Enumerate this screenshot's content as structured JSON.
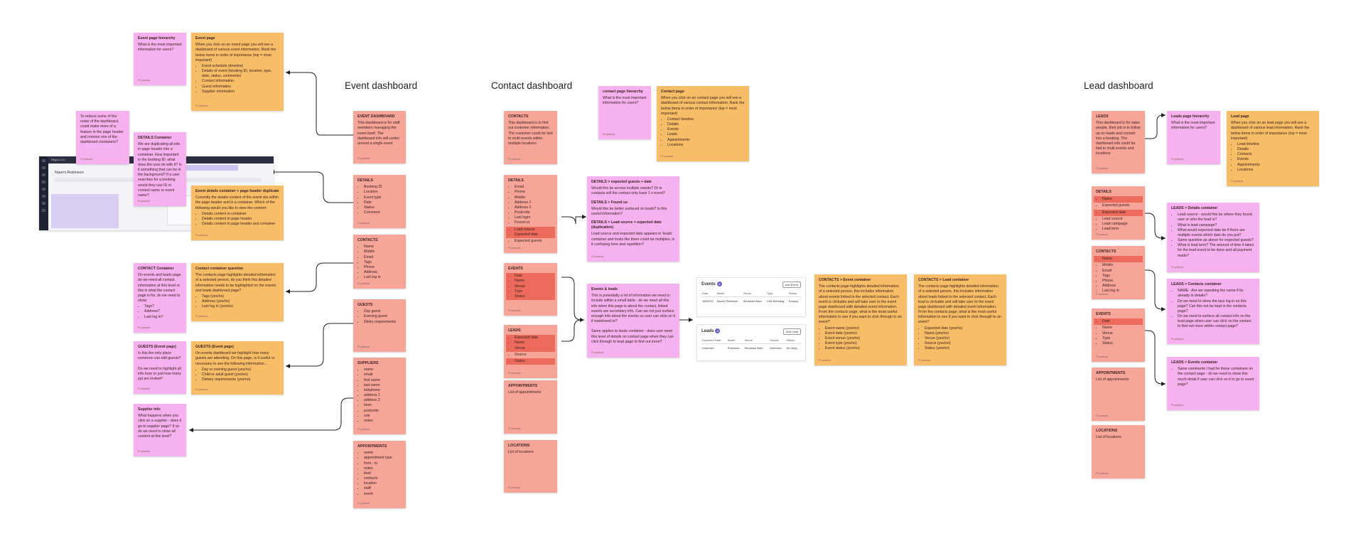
{
  "headings": {
    "event": "Event dashboard",
    "contact": "Contact dashboard",
    "lead": "Lead dashboard"
  },
  "footer_label": "Fi pxtruck",
  "colors": {
    "salmon": "#f6a598",
    "pink": "#f5b2ee",
    "orange": "#f8bd67",
    "highlight": "#ec6b5c"
  },
  "screenshot": {
    "app_title": "Eligo & Co",
    "person_name": "Naomi Robinson"
  },
  "event_notes": {
    "hierarchy": {
      "title": "Event page hierarchy",
      "body": "What is the most important information for users?"
    },
    "page": {
      "title": "Event page",
      "body": "When you click on an event page you will see a dashboard of various event information. Rank the below items in order of importance (top = most important)",
      "items": [
        "Event schedule (timeline)",
        "Details of event (booking ID, location, type, date, status, comments)",
        "Contact information",
        "Guest information",
        "Supplier information"
      ]
    },
    "reduce": {
      "title": "",
      "body": "To reduce some of the noise of the dashboard, could make more of a feature in the page header and remove one of the dashboard containers?"
    },
    "details_container": {
      "title": "DETAILS Container",
      "body": "We are duplicating all info in page header into a container. How important is the booking ID, what does the user do with it? Is it something that can be in the background? If a user searches for a booking would they use ID or contact name or event name?"
    },
    "dup": {
      "title": "Event details container + page header duplicate",
      "body": "Currently the details content of the event sits within the page header and in a container. Which of the following would you like to view the content:",
      "items": [
        "Details content in container",
        "Details content in page header",
        "Details content in page header and container"
      ]
    },
    "contact_container": {
      "title": "CONTACT Container",
      "body": "On events and leads page do we need all contact information at this level or this is what the contact page is for, do we need to show",
      "items": [
        "Tags?",
        "Address?",
        "Last log in?"
      ]
    },
    "contact_question": {
      "title": "Contact container question",
      "body": "The contacts page highlights detailed information of a selected person, do you think this detailed information needs to be highlighted on the events and leads dashboard page?",
      "items": [
        "Tags (yes/no)",
        "Address (yes/no)",
        "Last log in (yes/no)"
      ]
    },
    "guests_q": {
      "title": "GUESTS (Event page)",
      "body": "Is this the only place someone can edit guests?\n\nDo we need to highlight all info here or just how many ppl are invited?"
    },
    "guests_o": {
      "title": "GUESTS (Event page)",
      "body": "On events dashboard we highlight how many guests are attending. On this page, is it useful or necessary to see the following information...",
      "items": [
        "Day or evening guest (yes/no)",
        "Child or adult guest (yes/no)",
        "Dietary requirements (yes/no)"
      ]
    },
    "supplier": {
      "title": "Supplier info",
      "body": "What happens when you click on a supplier - does it go to supplier page? If so do we need to show all content at this level?"
    }
  },
  "event_col": {
    "dashboard": {
      "title": "EVENT DASHBOARD",
      "body": "This dashboard is for staff members managing the event itself. The dashboard info will centre around a single event"
    },
    "details": {
      "title": "DETAILS",
      "items": [
        "Booking ID",
        "Location",
        "Event type",
        "Date",
        "Status",
        "Comment"
      ]
    },
    "contacts": {
      "title": "CONTACTS",
      "items": [
        "Name",
        "Mobile",
        "Email",
        "Tags",
        "Phone",
        "Address",
        "Last log in"
      ]
    },
    "guests": {
      "title": "GUESTS",
      "items": [
        "Day guest",
        "Evening guest",
        "Dietry requirements"
      ]
    },
    "suppliers": {
      "title": "SUPPLIERS",
      "items": [
        "name",
        "email",
        "first name",
        "last name",
        "telephone",
        "address 1",
        "address 2",
        "town",
        "postcode",
        "role",
        "notes"
      ]
    },
    "appointments": {
      "title": "APPOINTMENTS",
      "items": [
        "name",
        "appointment type",
        "from - to",
        "notes",
        "lead",
        "contacts",
        "location",
        "staff",
        "event"
      ]
    }
  },
  "contact_col": {
    "contacts": {
      "title": "CONTACTS",
      "body": "This dashboard is to find out customer information. The customer could be tied to multi events within multiple locations"
    },
    "details": {
      "title": "DETAILS",
      "items": [
        "Email",
        "Phone",
        "Mobile",
        "Address 1",
        "Address 2",
        "Postcode",
        "Last login",
        "Found us"
      ],
      "hl_items": [
        "Lead source",
        "Expected date"
      ],
      "after": [
        "Expected guests"
      ]
    },
    "events": {
      "title": "EVENTS",
      "hl_items": [
        "Date",
        "Name",
        "Venue",
        "Type",
        "Status"
      ]
    },
    "leads": {
      "title": "LEADS",
      "hl_items": [
        "Expected date",
        "Name",
        "Venue"
      ],
      "after": [
        "Source"
      ],
      "hl_after": [
        "Status"
      ]
    },
    "appointments": {
      "title": "APPOINTMENTS",
      "body": "List of appointments"
    },
    "locations": {
      "title": "LOCATIONS",
      "body": "List of locations"
    }
  },
  "contact_notes": {
    "hierarchy": {
      "title": "contact page hierarchy",
      "body": "What is the most important information for users?"
    },
    "page": {
      "title": "Contact page",
      "body": "When you click on an contact page you will see a dashboard of various contact information. Rank the below items in order of importance (top = most important)",
      "items": [
        "Contact timeline",
        "Details",
        "Events",
        "Leads",
        "Appointments",
        "Locations"
      ]
    },
    "details_dup": {
      "title": "DETAILS > expected guests + date",
      "body": "Would this be across multiple events? Or is contacts will the contact only have 1 x event?",
      "title2": "DETAILS > Found us",
      "body2": "Would this be better surfaced on leads? Is this useful information?",
      "title3": "DETAILS > Lead source + expected date (duplication)",
      "body3": "Lead source and expected date appears in 'leads' container and looks like there could be multiples, is it confusing here and repetition?"
    },
    "events_leads": {
      "title": "Events & leads",
      "body": "This is potentially a lot of information we need to include within a small table - do we need all this info when this page is about the contact, linked events are secondary info. Can we not just surface enough info about the events so user can click on it if want/need to?\n\nSame applies to leads container - does user need this level of details on contact page when they can click through to lead page to find out more?"
    },
    "events_container": {
      "title": "CONTACTS > Event container",
      "body": "The contacts page highlights detailed information of a selected person, this includes information about events linked to the selected contact. Each event is clickable and will take user to the event page dashboard with detailed event information. From the contacts page, what is the most useful information to see if you want to click through to an event?",
      "items": [
        "Event name (yes/no)",
        "Event date (yes/no)",
        "Event venue (yes/no)",
        "Event type (yes/no)",
        "Event status (yes/no)"
      ]
    },
    "lead_container": {
      "title": "CONTACTS > Lead container",
      "body": "The contacts page highlights detailed information of a selected person, this includes information about leads linked to the selected contact. Each lead is clickable and will take user to the event page dashboard with detailed event information. From the contacts page, what is the most useful information to see if you want to click through to an event?",
      "items": [
        "Expected date (yes/no)",
        "Name (yes/no)",
        "Venue (yes/no)",
        "Source (yes/no)",
        "Status (yes/no)"
      ]
    }
  },
  "events_table": {
    "title": "Events",
    "count": "2",
    "button": "Add Event",
    "headers": [
      "Date",
      "Name",
      "Venue",
      "Type",
      "Status"
    ],
    "rows": [
      [
        "16/02/23",
        "Naomi Robinson",
        "Shustoke Barn",
        "Civil Wedding",
        "Enquiry"
      ]
    ]
  },
  "leads_table": {
    "title": "Leads",
    "count": "2",
    "button": "Add Lead",
    "headers": [
      "Expected Date",
      "Name",
      "Venue",
      "Source",
      "Status"
    ],
    "rows": [
      [
        "Unknown",
        "Robinson",
        "Shustoke Barn",
        "Unknown",
        "No reply"
      ]
    ]
  },
  "lead_col": {
    "leads": {
      "title": "LEADS",
      "body": "This dashboard is for sales people, their job is to follow up on leads and convert into a booking. The dashboard info could be tied to multi events and locations"
    },
    "details": {
      "title": "DETAILS",
      "hl_items": [
        "Name"
      ],
      "after": [
        "Expected guests"
      ],
      "hl_after": [
        "Expected date"
      ],
      "rest": [
        "Lead source",
        "Lead campaign",
        "Lead term"
      ]
    },
    "contacts": {
      "title": "CONTACTS",
      "hl_items": [
        "Name"
      ],
      "after": [
        "Mobile",
        "Email",
        "Tags",
        "Phone",
        "Address",
        "Last log in"
      ]
    },
    "events": {
      "title": "EVENTS",
      "hl_items": [
        "Date"
      ],
      "after": [
        "Name",
        "Venue",
        "Type",
        "Status"
      ]
    },
    "appointments": {
      "title": "APPOINTMENTS",
      "body": "List of appointments"
    },
    "locations": {
      "title": "LOCATIONS",
      "body": "List of locations"
    }
  },
  "lead_notes": {
    "hierarchy": {
      "title": "Leads page hierarchy",
      "body": "What is the most important information for users?"
    },
    "page": {
      "title": "Lead page",
      "body": "When you click on an lead page you will see a dashboard of various lead information. Rank the below items in order of importance (top = most important)",
      "items": [
        "Lead timeline",
        "Details",
        "Contacts",
        "Events",
        "Appointments",
        "Locations"
      ]
    },
    "details": {
      "title": "LEADS > Details container",
      "items": [
        "Lead source - would this be where they found user or who the lead is?",
        "What is lead campaign?",
        "What would expected date be if there are multiple events which date do you put?",
        "Same question as above for expected guests?",
        "What is lead term? The amount of time it takes for the lead event to be done and all payment made?"
      ]
    },
    "contacts": {
      "title": "LEADS > Contacts container",
      "items": [
        "NAME - Are we repeating the name if its already in details?",
        "Do we need to show the lass log in on this page? Can this not be kept in the contacts page?",
        "Do we need to surface all contact info on the lead page when user can click on the contact to find out more within contact page?"
      ]
    },
    "events": {
      "title": "LEADS > Events container",
      "items": [
        "Same comments I had for these containers on the contact page - do we need to show this much detail if user can click on it to go to event page?"
      ]
    }
  }
}
